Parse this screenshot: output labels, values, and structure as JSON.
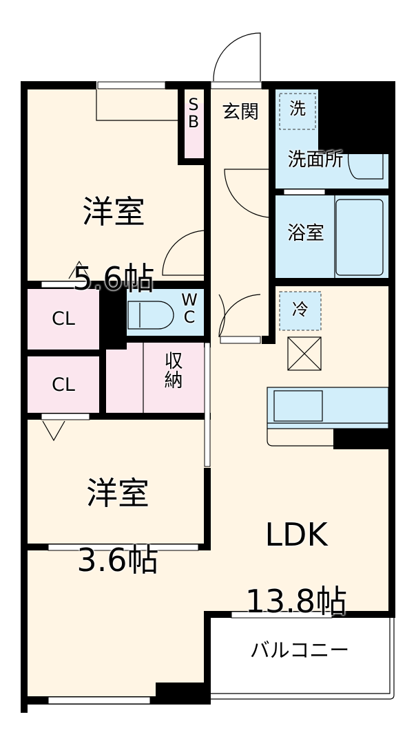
{
  "floor_plan": {
    "colors": {
      "wall": "#000000",
      "room_floor": "#fff5e4",
      "wet_area": "#d2eefa",
      "storage": "#fbe6ee",
      "balcony": "#ffffff"
    },
    "rooms": {
      "western_room_1": {
        "name": "洋室",
        "size": "5.6帖"
      },
      "western_room_2": {
        "name": "洋室",
        "size": "3.6帖"
      },
      "ldk": {
        "name": "LDK",
        "size": "13.8帖"
      },
      "entrance": {
        "name": "玄関"
      },
      "shoe_box": {
        "name": "S\nB"
      },
      "washroom": {
        "name": "洗面所"
      },
      "bathroom": {
        "name": "浴室"
      },
      "toilet": {
        "name": "W\nC"
      },
      "closet_1": {
        "name": "CL"
      },
      "closet_2": {
        "name": "CL"
      },
      "storage": {
        "name": "収\n納"
      },
      "balcony": {
        "name": "バルコニー"
      }
    },
    "fixtures": {
      "washing_machine": "洗",
      "refrigerator": "冷"
    }
  }
}
